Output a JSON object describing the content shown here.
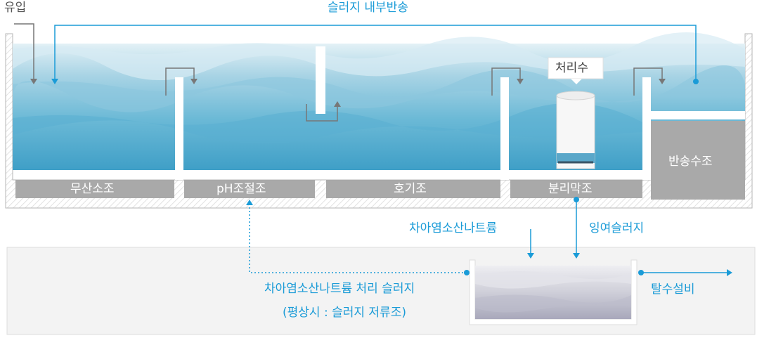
{
  "labels": {
    "inflow": "유입",
    "internal_return": "슬러지 내부반송",
    "treated_water": "처리수",
    "tank_anoxic": "무산소조",
    "tank_ph": "pH조절조",
    "tank_aerobic": "호기조",
    "tank_membrane": "분리막조",
    "tank_return": "반송수조",
    "sodium_hypochlorite": "차아염소산나트륨",
    "excess_sludge": "잉여슬러지",
    "dewatering": "탈수설비",
    "treated_sludge_line1": "차아염소산나트륨 처리 슬러지",
    "treated_sludge_line2": "(평상시 : 슬러지 저류조)"
  },
  "colors": {
    "accent": "#1a9bd7",
    "wall_gray": "#9e9e9e",
    "label_bar": "#a9a9a9",
    "water_light": "#cfe6ef",
    "water_dark": "#3f9fc7",
    "sludge_light": "#dcdce3",
    "sludge_dark": "#a9a8bb"
  }
}
